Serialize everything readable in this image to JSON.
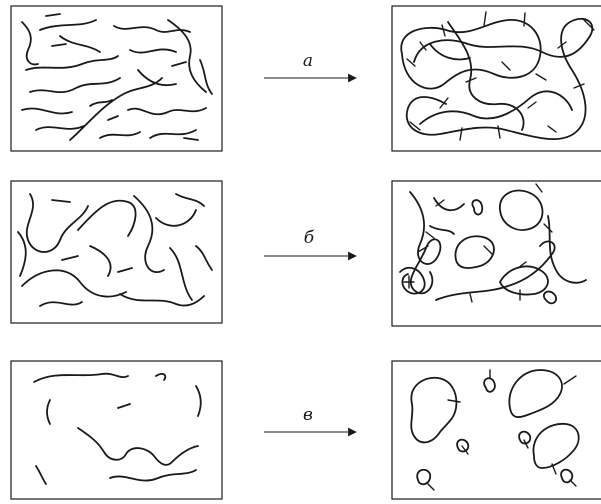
{
  "rows": [
    {
      "arrow_label": "а"
    },
    {
      "arrow_label": "б"
    },
    {
      "arrow_label": "в"
    }
  ]
}
